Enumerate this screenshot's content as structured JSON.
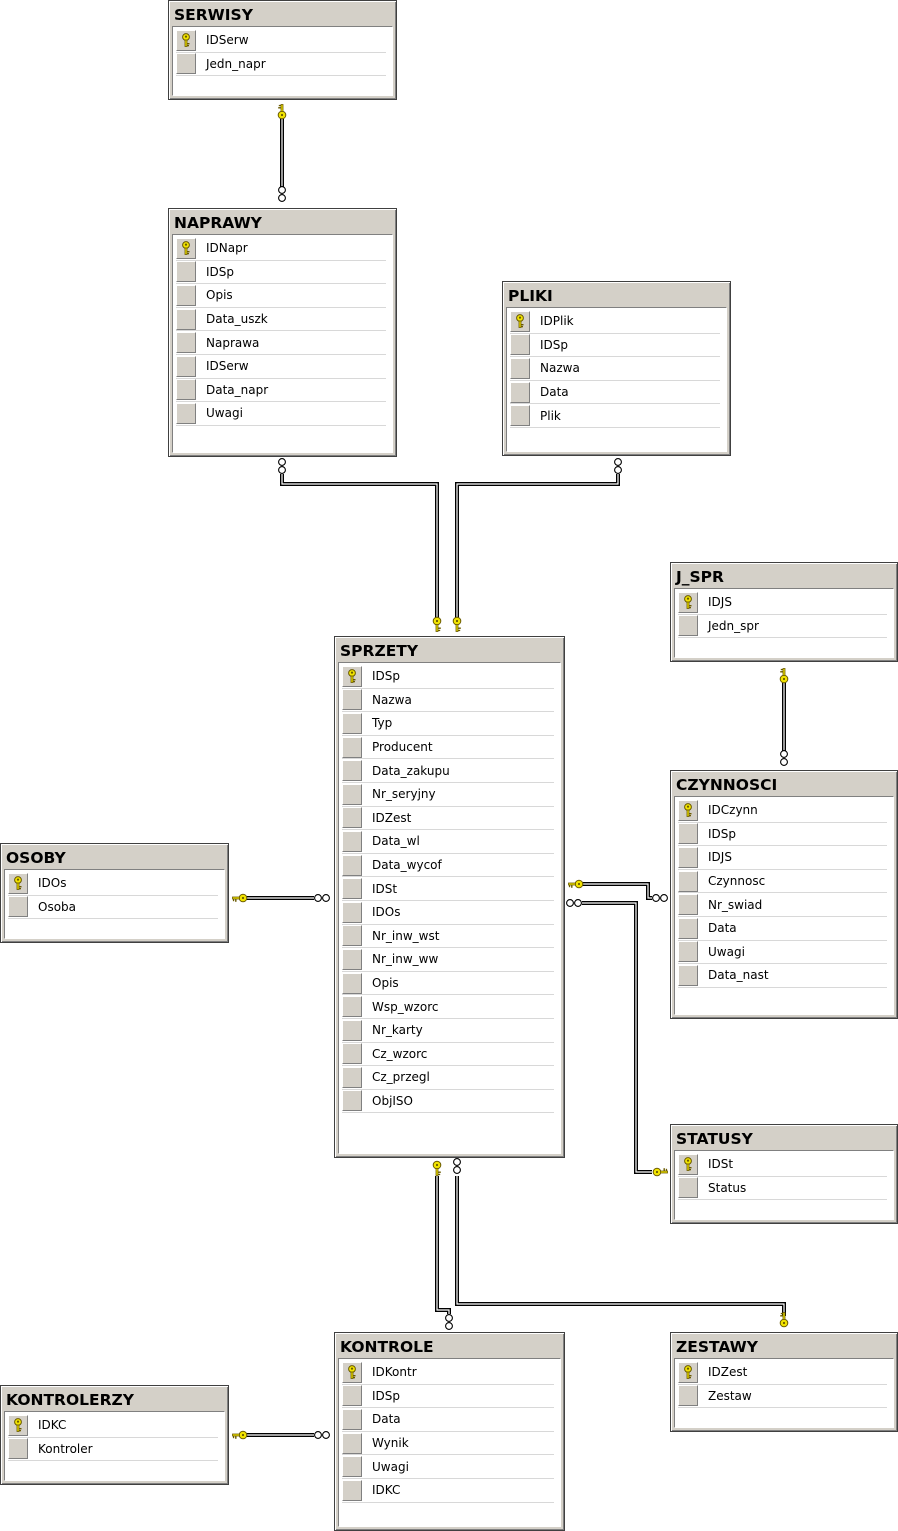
{
  "tables": [
    {
      "id": "serwisy",
      "name": "SERWISY",
      "columns": [
        {
          "name": "IDSerw",
          "pk": true
        },
        {
          "name": "Jedn_napr",
          "pk": false
        }
      ]
    },
    {
      "id": "naprawy",
      "name": "NAPRAWY",
      "columns": [
        {
          "name": "IDNapr",
          "pk": true
        },
        {
          "name": "IDSp",
          "pk": false
        },
        {
          "name": "Opis",
          "pk": false
        },
        {
          "name": "Data_uszk",
          "pk": false
        },
        {
          "name": "Naprawa",
          "pk": false
        },
        {
          "name": "IDSerw",
          "pk": false
        },
        {
          "name": "Data_napr",
          "pk": false
        },
        {
          "name": "Uwagi",
          "pk": false
        }
      ]
    },
    {
      "id": "pliki",
      "name": "PLIKI",
      "columns": [
        {
          "name": "IDPlik",
          "pk": true
        },
        {
          "name": "IDSp",
          "pk": false
        },
        {
          "name": "Nazwa",
          "pk": false
        },
        {
          "name": "Data",
          "pk": false
        },
        {
          "name": "Plik",
          "pk": false
        }
      ]
    },
    {
      "id": "j_spr",
      "name": "J_SPR",
      "columns": [
        {
          "name": "IDJS",
          "pk": true
        },
        {
          "name": "Jedn_spr",
          "pk": false
        }
      ]
    },
    {
      "id": "sprzety",
      "name": "SPRZETY",
      "columns": [
        {
          "name": "IDSp",
          "pk": true
        },
        {
          "name": "Nazwa",
          "pk": false
        },
        {
          "name": "Typ",
          "pk": false
        },
        {
          "name": "Producent",
          "pk": false
        },
        {
          "name": "Data_zakupu",
          "pk": false
        },
        {
          "name": "Nr_seryjny",
          "pk": false
        },
        {
          "name": "IDZest",
          "pk": false
        },
        {
          "name": "Data_wl",
          "pk": false
        },
        {
          "name": "Data_wycof",
          "pk": false
        },
        {
          "name": "IDSt",
          "pk": false
        },
        {
          "name": "IDOs",
          "pk": false
        },
        {
          "name": "Nr_inw_wst",
          "pk": false
        },
        {
          "name": "Nr_inw_ww",
          "pk": false
        },
        {
          "name": "Opis",
          "pk": false
        },
        {
          "name": "Wsp_wzorc",
          "pk": false
        },
        {
          "name": "Nr_karty",
          "pk": false
        },
        {
          "name": "Cz_wzorc",
          "pk": false
        },
        {
          "name": "Cz_przegl",
          "pk": false
        },
        {
          "name": "ObjISO",
          "pk": false
        }
      ]
    },
    {
      "id": "czynnosci",
      "name": "CZYNNOSCI",
      "columns": [
        {
          "name": "IDCzynn",
          "pk": true
        },
        {
          "name": "IDSp",
          "pk": false
        },
        {
          "name": "IDJS",
          "pk": false
        },
        {
          "name": "Czynnosc",
          "pk": false
        },
        {
          "name": "Nr_swiad",
          "pk": false
        },
        {
          "name": "Data",
          "pk": false
        },
        {
          "name": "Uwagi",
          "pk": false
        },
        {
          "name": "Data_nast",
          "pk": false
        }
      ]
    },
    {
      "id": "osoby",
      "name": "OSOBY",
      "columns": [
        {
          "name": "IDOs",
          "pk": true
        },
        {
          "name": "Osoba",
          "pk": false
        }
      ]
    },
    {
      "id": "statusy",
      "name": "STATUSY",
      "columns": [
        {
          "name": "IDSt",
          "pk": true
        },
        {
          "name": "Status",
          "pk": false
        }
      ]
    },
    {
      "id": "kontrole",
      "name": "KONTROLE",
      "columns": [
        {
          "name": "IDKontr",
          "pk": true
        },
        {
          "name": "IDSp",
          "pk": false
        },
        {
          "name": "Data",
          "pk": false
        },
        {
          "name": "Wynik",
          "pk": false
        },
        {
          "name": "Uwagi",
          "pk": false
        },
        {
          "name": "IDKC",
          "pk": false
        }
      ]
    },
    {
      "id": "zestawy",
      "name": "ZESTAWY",
      "columns": [
        {
          "name": "IDZest",
          "pk": true
        },
        {
          "name": "Zestaw",
          "pk": false
        }
      ]
    },
    {
      "id": "kontrolerzy",
      "name": "KONTROLERZY",
      "columns": [
        {
          "name": "IDKC",
          "pk": true
        },
        {
          "name": "Kontroler",
          "pk": false
        }
      ]
    }
  ],
  "relationships": [
    {
      "one": "serwisy",
      "many": "naprawy"
    },
    {
      "one": "sprzety",
      "many": "naprawy"
    },
    {
      "one": "sprzety",
      "many": "pliki"
    },
    {
      "one": "j_spr",
      "many": "czynnosci"
    },
    {
      "one": "sprzety",
      "many": "czynnosci"
    },
    {
      "one": "statusy",
      "many": "sprzety"
    },
    {
      "one": "osoby",
      "many": "sprzety"
    },
    {
      "one": "sprzety",
      "many": "kontrole"
    },
    {
      "one": "zestawy",
      "many": "sprzety"
    },
    {
      "one": "kontrolerzy",
      "many": "kontrole"
    }
  ],
  "colors": {
    "background": "#ffffff",
    "table_frame": "#d4d0c8",
    "key_icon": "#f2e400",
    "connector": "#000000"
  },
  "icons": {
    "primary_key": "key-icon",
    "one_end": "key-end-icon",
    "many_end": "infinity-end-icon"
  }
}
